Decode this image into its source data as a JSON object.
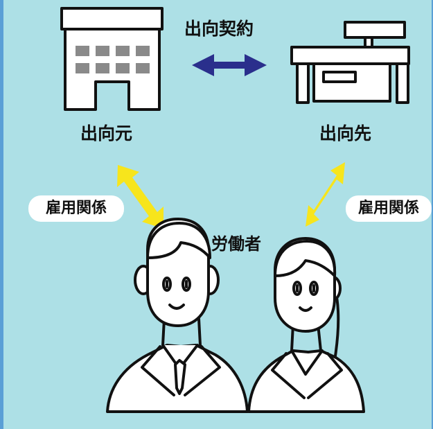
{
  "contract_label": "出向契約",
  "origin": {
    "label": "出向元",
    "icon": "office-building-icon"
  },
  "destination": {
    "label": "出向先",
    "icon": "factory-building-icon"
  },
  "worker_label": "労働者",
  "relation_left": "雇用関係",
  "relation_right": "雇用関係",
  "colors": {
    "background": "#ade0e6",
    "border": "#5a9fd6",
    "contract_arrow": "#2a2f8c",
    "relation_arrow": "#f7e51c"
  }
}
